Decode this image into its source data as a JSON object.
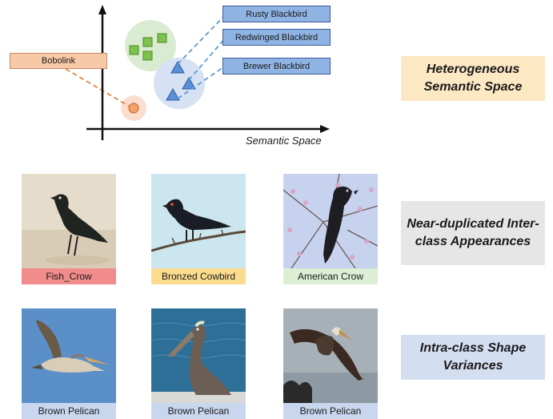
{
  "diagram": {
    "labels": {
      "rusty": "Rusty Blackbird",
      "redwinged": "Redwinged Blackbird",
      "brewer": "Brewer Blackbird",
      "bobolink": "Bobolink"
    },
    "axis_label": "Semantic Space",
    "colors": {
      "blue_tag": "#8fb4e4",
      "orange_tag": "#f8c9a7",
      "green_cluster": "#d9ebd0",
      "blue_cluster": "#d6e2f3",
      "orange_cluster": "#fbded0",
      "square": "#7dc24b",
      "triangle": "#5a8fd8",
      "circle": "#f3a06b",
      "dash_blue": "#5b9bd5",
      "dash_orange": "#e8853f"
    }
  },
  "side_labels": {
    "heterogeneous": "Heterogeneous Semantic Space",
    "near_duplicated": "Near-duplicated Inter-class Appearances",
    "intra_class": "Intra-class Shape Variances"
  },
  "row1": [
    {
      "caption": "Fish_Crow",
      "caption_color": "#f28b8b"
    },
    {
      "caption": "Bronzed Cowbird",
      "caption_color": "#fbdc8f"
    },
    {
      "caption": "American Crow",
      "caption_color": "#dceed3"
    }
  ],
  "row2": [
    {
      "caption": "Brown Pelican",
      "caption_color": "#c8d6ee"
    },
    {
      "caption": "Brown Pelican",
      "caption_color": "#c8d6ee"
    },
    {
      "caption": "Brown Pelican",
      "caption_color": "#c8d6ee"
    }
  ],
  "photo_icons": [
    "crow-on-sand-photo",
    "cowbird-on-branch-photo",
    "crow-in-blossoms-photo",
    "pelican-flying-photo",
    "pelican-on-pier-photo",
    "pelican-diving-photo"
  ]
}
